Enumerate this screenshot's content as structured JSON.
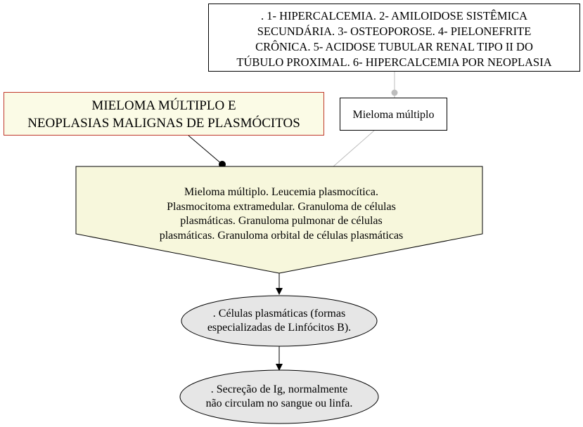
{
  "concept_map": {
    "complications": {
      "lines": [
        ". 1- HIPERCALCEMIA. 2- AMILOIDOSE SISTÊMICA",
        "SECUNDÁRIA. 3- OSTEOPOROSE. 4- PIELONEFRITE",
        "CRÔNICA. 5- ACIDOSE TUBULAR RENAL TIPO II DO",
        "TÚBULO PROXIMAL. 6- HIPERCALCEMIA POR NEOPLASIA"
      ]
    },
    "title": {
      "lines": [
        "MIELOMA MÚLTIPLO E",
        "NEOPLASIAS MALIGNAS DE PLASMÓCITOS"
      ]
    },
    "mieloma_box": {
      "label": "Mieloma múltiplo"
    },
    "types": {
      "lines": [
        "Mieloma múltiplo. Leucemia plasmocítica.",
        "Plasmocitoma extramedular. Granuloma de células",
        "plasmáticas. Granuloma pulmonar de células",
        "plasmáticas. Granuloma orbital de células plasmáticas"
      ]
    },
    "plasma_cells": {
      "lines": [
        ". Células plasmáticas (formas",
        "especializadas de Linfócitos B)."
      ]
    },
    "ig_secretion": {
      "lines": [
        ". Secreção de Ig, normalmente",
        "não circulam no sangue ou linfa."
      ]
    }
  },
  "colors": {
    "title_border": "#c0392b",
    "title_fill": "#fbfbe6",
    "pentagon_fill": "#f7f7dc",
    "ellipse_fill": "#e6e6e6",
    "link_gray": "#bdbdbd"
  }
}
